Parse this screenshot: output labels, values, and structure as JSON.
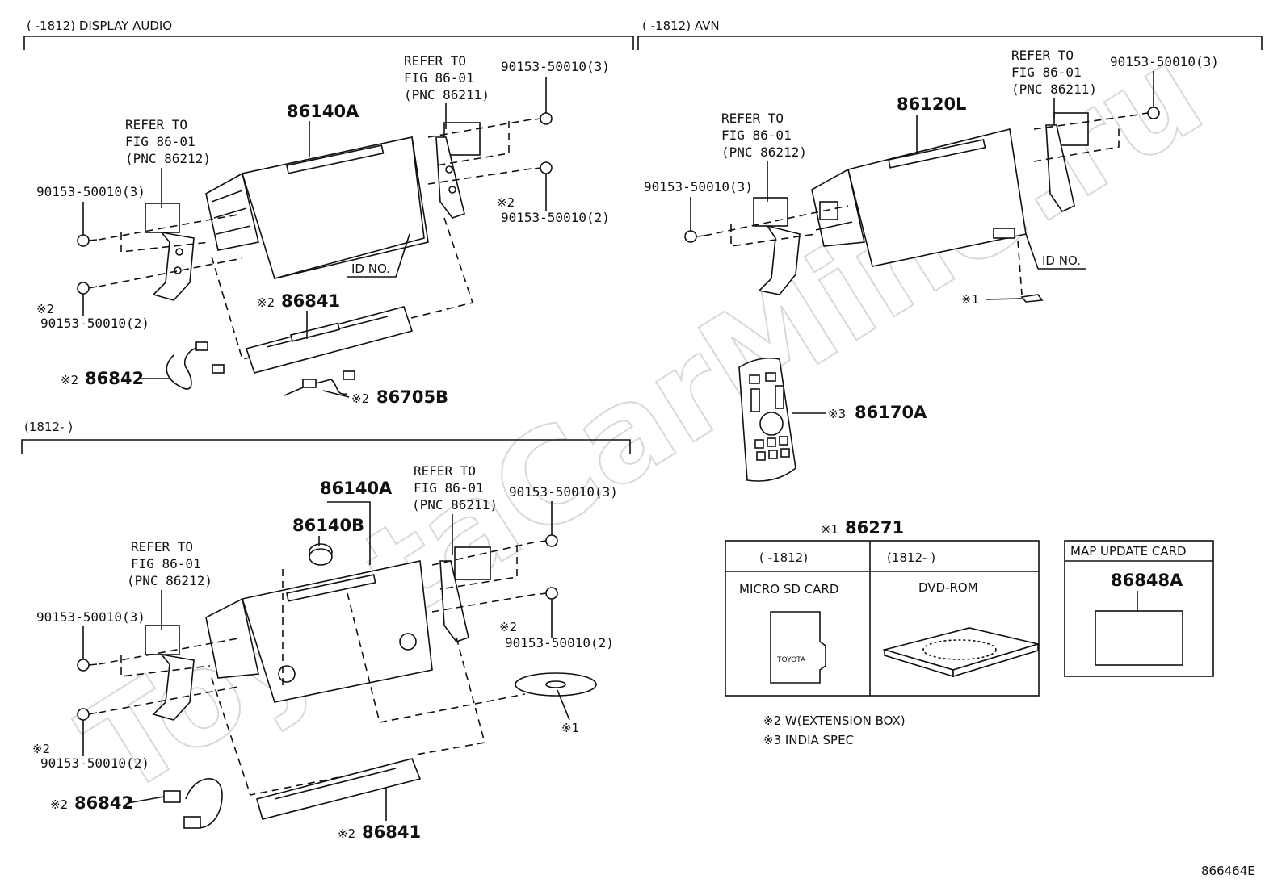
{
  "watermark": "ToyotaCarMine.ru",
  "sections": {
    "display_audio": "(      -1812) DISPLAY AUDIO",
    "avn": "(      -1812) AVN",
    "from_1812": "(1812-      )"
  },
  "labels": {
    "refer_to": "REFER TO",
    "fig": "FIG 86-01",
    "pnc_86211": "(PNC 86211)",
    "pnc_86212": "(PNC 86212)",
    "bolt_3": "90153-50010(3)",
    "bolt_2": "90153-50010(2)",
    "mark_1": "※1",
    "mark_2": "※2",
    "mark_3": "※3",
    "id_no": "ID NO."
  },
  "parts": {
    "p86140A": "86140A",
    "p86120L": "86120L",
    "p86140B": "86140B",
    "p86841": "86841",
    "p86842": "86842",
    "p86705B": "86705B",
    "p86170A": "86170A",
    "p86271": "86271",
    "p86848A": "86848A"
  },
  "table": {
    "col1_head": "(      -1812)",
    "col2_head": "(1812-      )",
    "col1_item": "MICRO SD CARD",
    "col2_item": "DVD-ROM",
    "sd_brand": "TOYOTA",
    "map_head": "MAP UPDATE CARD"
  },
  "notes": {
    "note2": "※2 W(EXTENSION BOX)",
    "note3": "※3 INDIA SPEC"
  },
  "figure_id": "866464E"
}
